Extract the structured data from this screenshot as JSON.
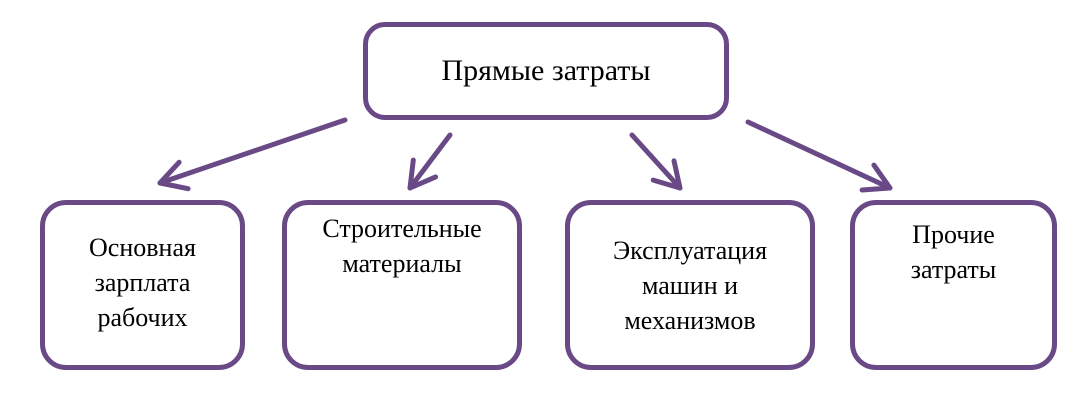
{
  "diagram": {
    "root": {
      "label": "Прямые затраты"
    },
    "children": [
      {
        "lines": [
          "Основная",
          "зарплата",
          "рабочих"
        ]
      },
      {
        "lines": [
          "Строительные",
          "материалы"
        ]
      },
      {
        "lines": [
          "Эксплуатация",
          "машин и",
          "механизмов"
        ]
      },
      {
        "lines": [
          "Прочие",
          "затраты"
        ]
      }
    ],
    "colors": {
      "box_border": "#6a4a86",
      "arrow": "#6a4a86",
      "text": "#000000",
      "background": "#ffffff"
    }
  }
}
